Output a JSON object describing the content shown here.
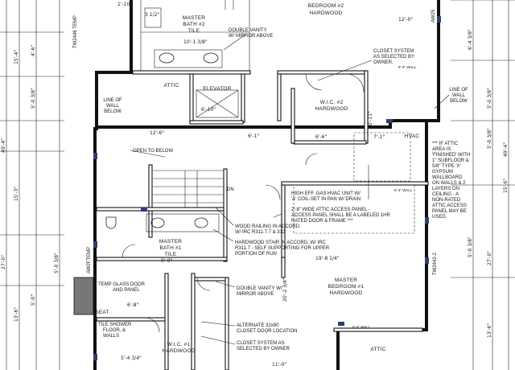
{
  "plan": {
    "rooms": {
      "bedroom2": [
        "BEDROOM #2",
        "HARDWOOD"
      ],
      "bath2": [
        "MASTER",
        "BATH #2",
        "TILE"
      ],
      "attic_top": [
        "ATTIC"
      ],
      "elevator": [
        "ELEVATOR"
      ],
      "wic2": [
        "W.I.C. #2",
        "HARDWOOD"
      ],
      "hvac": [
        "HVAC"
      ],
      "bath1": [
        "MASTER",
        "BATH #1",
        "TILE"
      ],
      "master_bedroom": [
        "MASTER",
        "BEDROOM #1",
        "HARDWOOD"
      ],
      "wic1": [
        "W.I.C. #1",
        "HARDWOOD"
      ],
      "attic_bottom": [
        "ATTIC"
      ],
      "seat": [
        "SEAT"
      ]
    },
    "notes": {
      "double_vanity_top": [
        "DOUBLE VANITY",
        "W/ MIRROR ABOVE"
      ],
      "closet_system_top": [
        "CLOSET SYSTEM",
        "AS SELECTED BY",
        "OWNER."
      ],
      "line_of_wall_left": [
        "LINE OF",
        "WALL",
        "BELOW"
      ],
      "line_of_wall_right": [
        "LINE OF",
        "WALL",
        "BELOW"
      ],
      "open_to_below": "OPEN TO BELOW",
      "dn": "DN",
      "hvac_unit": [
        "HIGH EFF. GAS HVAC UNIT W/",
        "'A' COIL-SET IN PAN W/ DRAIN"
      ],
      "attic_access": [
        "2'-8\" WIDE ATTIC ACCESS PANEL -",
        "ACCESS PANEL SHALL BE A LABELED 1HR",
        "RATED DOOR & FRAME ***"
      ],
      "attic_finished": [
        "*** IF ATTIC",
        "AREA IS",
        "'FINISHED' WITH",
        "1\" SUBFLOOR &",
        "5/8\" TYPE 'X'",
        "GYPSUM",
        "WALLBOARD",
        "ON WALLS & 2",
        "LAYERS ON",
        "CEILING - A",
        "NON-RATED",
        "ATTIC ACCESS",
        "PANEL MAY BE",
        "USED."
      ],
      "wood_railing": [
        "WOOD RAILING IN ACCORD.",
        "W/ IRC R311.7.7 & 312"
      ],
      "hardwood_stair": [
        "HARDWOOD STAIR IN ACCORD. W/ IRC",
        "R311.7 - SELF SUPPORTING FOR UPPER",
        "PORTION OF RUN"
      ],
      "glass_door": [
        "TEMP GLASS DOOR",
        "AND PANEL"
      ],
      "tile_shower": [
        "TILE SHOWER",
        "FLOOR, &",
        "WALLS"
      ],
      "double_vanity_bottom": [
        "DOUBLE VANITY W/",
        "MIRROR ABOVE"
      ],
      "alternate_closet": [
        "ALTERNATE 32x80",
        "CLOSET DOOR LOCATION"
      ],
      "closet_system_bottom": [
        "CLOSET SYSTEM AS",
        "SELECTED BY OWNER"
      ],
      "wall_tag_top": "6'-4\" WALL",
      "wall_tag_mid": "6'-4\" WALL",
      "wall_tag_bottom": "6'-4\" WALL"
    },
    "window_tags": {
      "left_top": "TW2446 TEMP",
      "left_bottom": "AW2FTEMP",
      "right_top": "AW25",
      "right_bottom": "TW2442-2"
    },
    "dimensions": {
      "outer_left": [
        "49'-4\"",
        "27'-0\"",
        "15'-3\"",
        "15'-4\"",
        "13'-6\""
      ],
      "left_inner": [
        "4'-6\"",
        "5'-0 3/8\"",
        "5'-0\"",
        "5'-0 3/8\""
      ],
      "outer_right": [
        "49'-4\"",
        "27'-0\"",
        "15'-6\"",
        "13'-6\""
      ],
      "right_inner": [
        "6'-4 3/8\"",
        "5'-0 3/8\"",
        "5'-0 3/8\"",
        "5'-0 3/8\""
      ],
      "top": [
        "1'-104",
        "3 1/2\"",
        "12'-0\""
      ],
      "interior": [
        "10'-1 3/8\"",
        "12'-6\"",
        "6'-1\"",
        "6'-6\"",
        "7'-1\"",
        "9'-0\"",
        "10'-11\"",
        "19'-8 1/4\"",
        "20'-2 3/4\"",
        "11'-0\"",
        "6'-8\"",
        "5'-4 3/4\"",
        "6'-10\""
      ]
    }
  }
}
